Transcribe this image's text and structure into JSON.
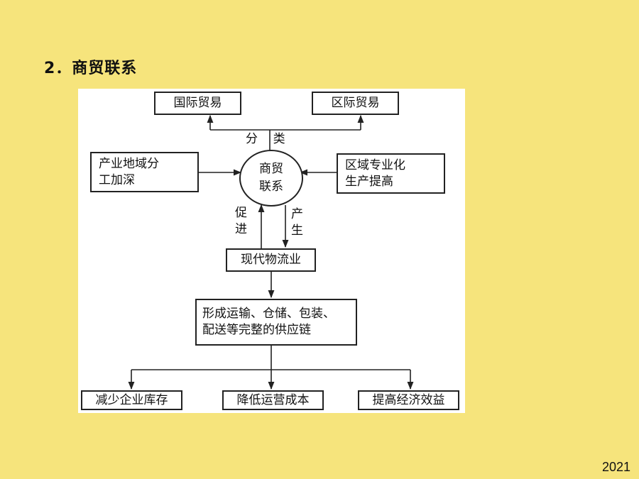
{
  "heading": "2．商贸联系",
  "diagram": {
    "center": "商贸\n联系",
    "classify_label": "分    类",
    "top_left": "国际贸易",
    "top_right": "区际贸易",
    "left": "产业地域分\n工加深",
    "right": "区域专业化\n生产提高",
    "promote_label": "促\n进",
    "produce_label": "产\n生",
    "logistics": "现代物流业",
    "chain": "形成运输、仓储、包装、\n配送等完整的供应链",
    "outcomes": [
      "减少企业库存",
      "降低运营成本",
      "提高经济效益"
    ]
  },
  "footer": "2021"
}
